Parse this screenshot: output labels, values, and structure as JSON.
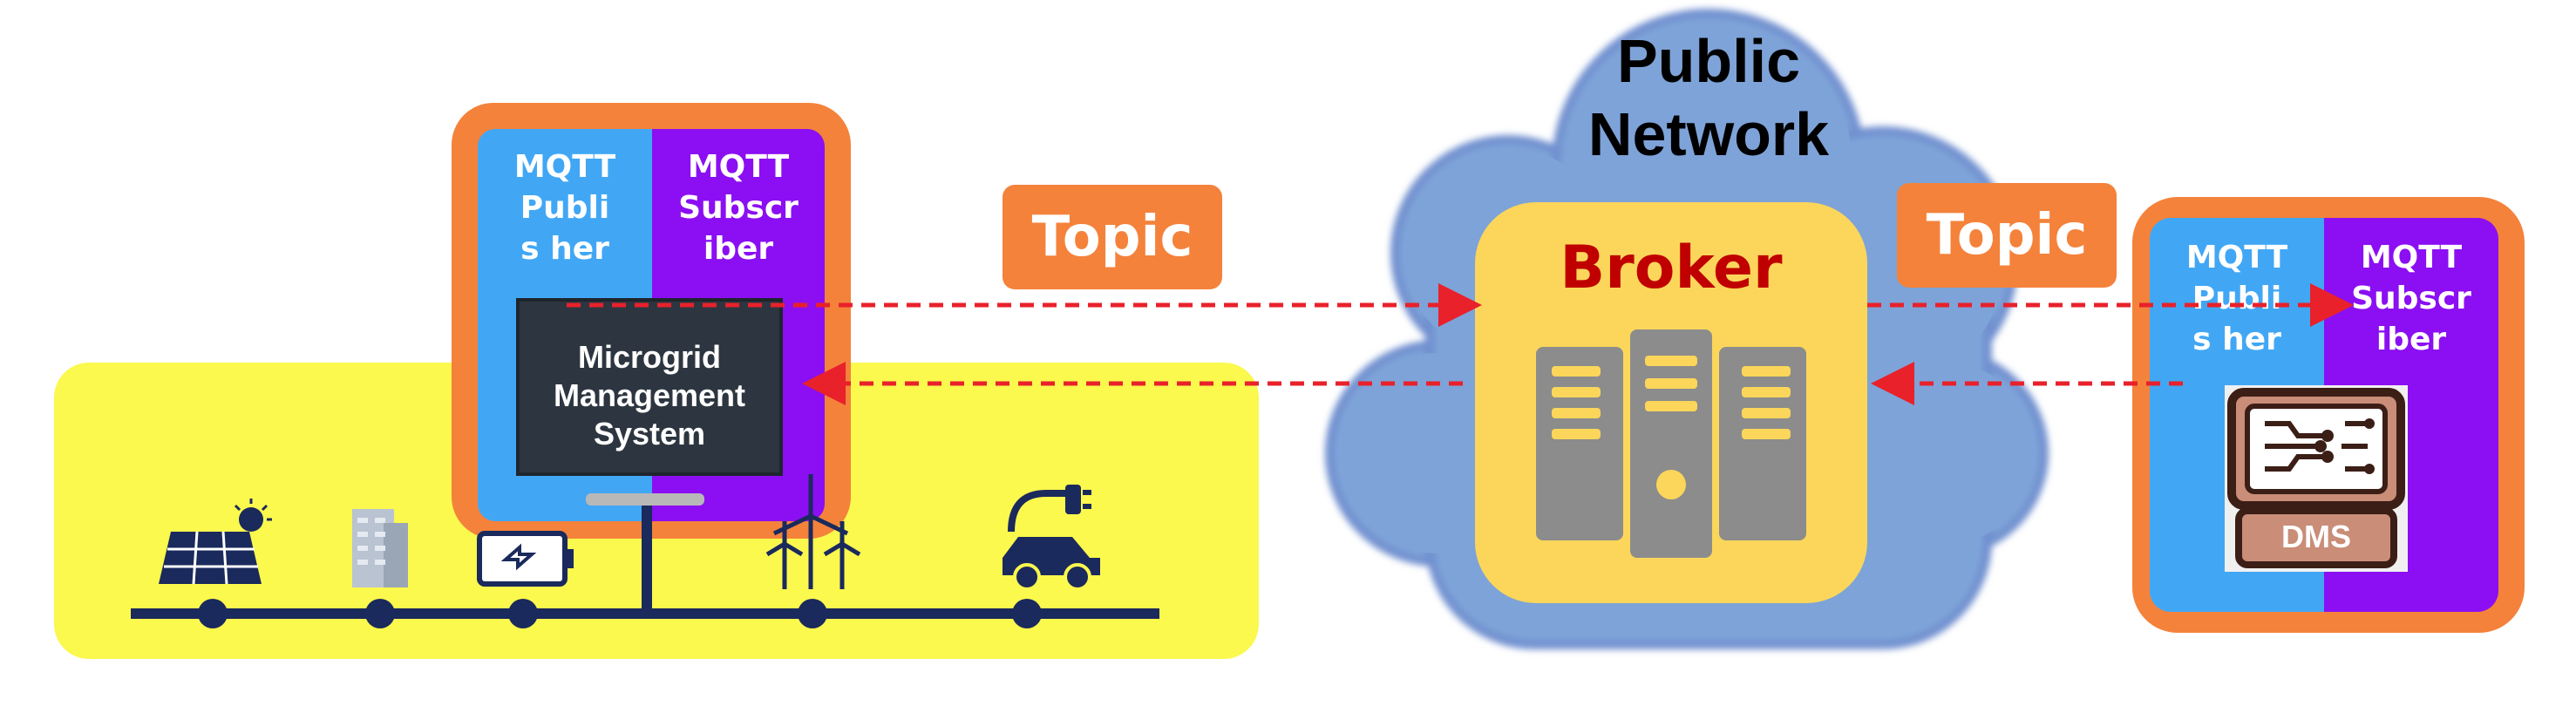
{
  "cloud": {
    "title_line1": "Public",
    "title_line2": "Network"
  },
  "broker": {
    "label": "Broker"
  },
  "topics": {
    "left": "Topic",
    "right": "Topic"
  },
  "left_node": {
    "publisher_label": "MQTT Publis her",
    "subscriber_label": "MQTT Subscr iber",
    "mms_label_line1": "Microgrid",
    "mms_label_line2": "Management",
    "mms_label_line3": "System"
  },
  "right_node": {
    "publisher_label": "MQTT Publis her",
    "subscriber_label": "MQTT Subscr iber",
    "dms_label": "DMS"
  },
  "microgrid_devices": [
    "solar-panel-icon",
    "building-icon",
    "battery-icon",
    "wind-turbine-icon",
    "ev-charger-icon"
  ],
  "colors": {
    "accent_orange": "#f4823b",
    "publisher_blue": "#41a7f5",
    "subscriber_purple": "#8b0ff2",
    "microgrid_yellow": "#fbf84e",
    "broker_yellow": "#fbd65a",
    "broker_text": "#c00000",
    "cloud_blue": "#7ea3d8",
    "arrow_red": "#e8212b",
    "bus_navy": "#1a2a5c"
  }
}
